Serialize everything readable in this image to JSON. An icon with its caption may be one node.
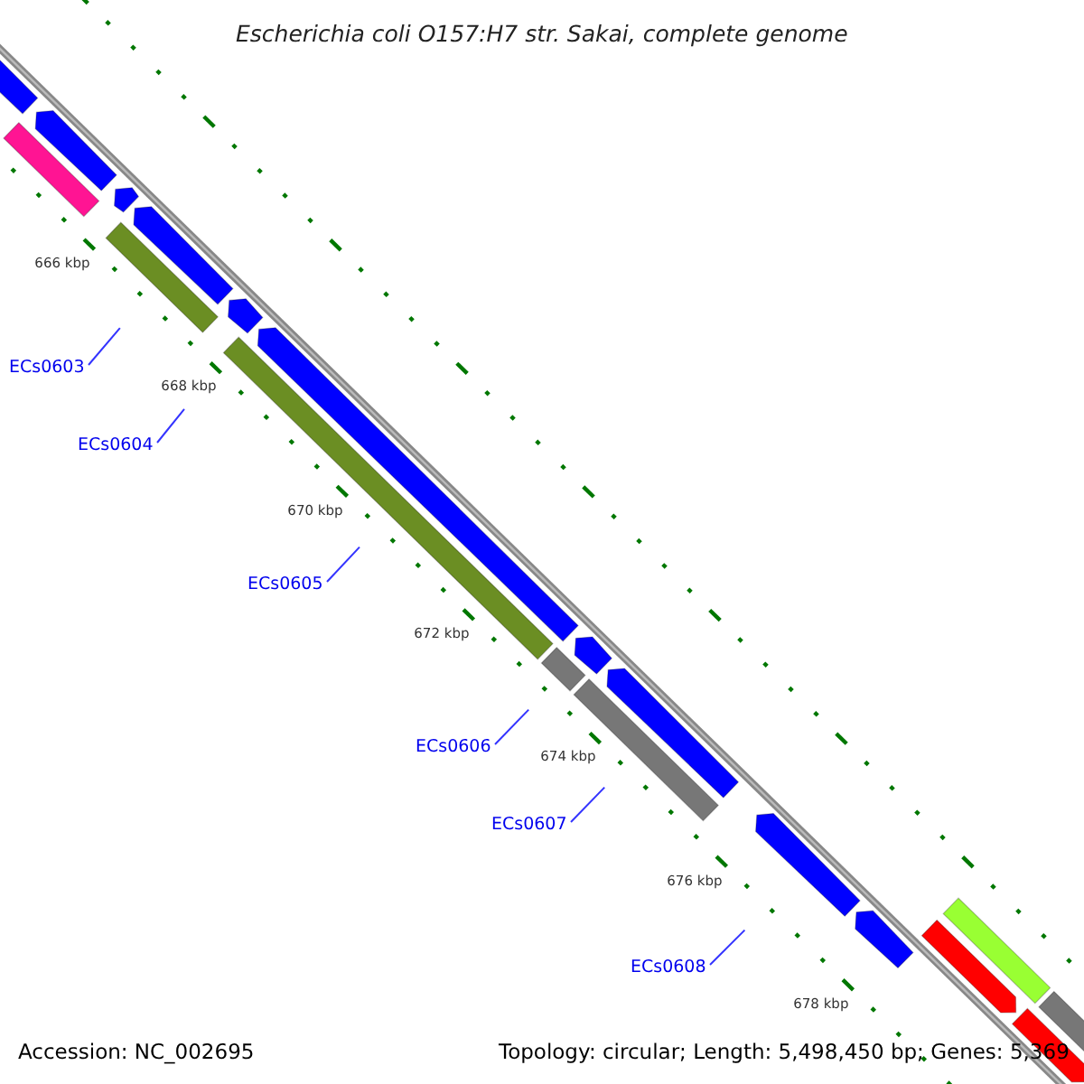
{
  "diagram": {
    "title": "Escherichia coli O157:H7 str. Sakai, complete genome",
    "nodes": [
      {
        "text": [
          "ECs0603"
        ]
      },
      {
        "text": [
          "ECs0604"
        ]
      },
      {
        "text": [
          "ECs0605"
        ]
      },
      {
        "text": [
          "ECs0606"
        ]
      },
      {
        "text": [
          "ECs0607"
        ]
      },
      {
        "text": [
          "ECs0608"
        ]
      }
    ],
    "edges": [
      {
        "from": 0,
        "to": null,
        "arrow": "none"
      },
      {
        "from": 1,
        "to": null,
        "arrow": "none"
      },
      {
        "from": 2,
        "to": null,
        "arrow": "none"
      },
      {
        "from": 3,
        "to": null,
        "arrow": "none"
      },
      {
        "from": 4,
        "to": null,
        "arrow": "none"
      },
      {
        "from": 5,
        "to": null,
        "arrow": "none"
      }
    ],
    "labels": [
      "666 kbp",
      "668 kbp",
      "670 kbp",
      "672 kbp",
      "674 kbp",
      "676 kbp",
      "678 kbp",
      "Accession: NC_002695",
      "Topology: circular; Length: 5,498,450 bp; Genes: 5,369"
    ]
  }
}
